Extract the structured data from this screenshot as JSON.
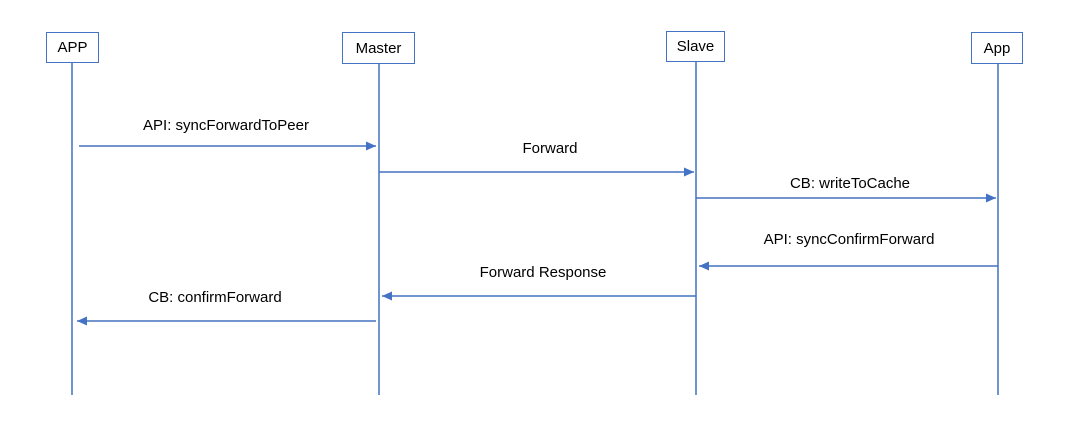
{
  "diagram": {
    "type": "sequence-diagram",
    "background_color": "#FFFFFF",
    "line_color": "#4472C4",
    "text_color": "#000000",
    "actors": [
      {
        "id": "app-left",
        "label": "APP"
      },
      {
        "id": "master",
        "label": "Master"
      },
      {
        "id": "slave",
        "label": "Slave"
      },
      {
        "id": "app-right",
        "label": "App"
      }
    ],
    "messages": [
      {
        "seq": 1,
        "label": "API: syncForwardToPeer",
        "from": "APP",
        "to": "Master",
        "direction": "right"
      },
      {
        "seq": 2,
        "label": "Forward",
        "from": "Master",
        "to": "Slave",
        "direction": "right"
      },
      {
        "seq": 3,
        "label": "CB: writeToCache",
        "from": "Slave",
        "to": "App",
        "direction": "right"
      },
      {
        "seq": 4,
        "label": "API: syncConfirmForward",
        "from": "App",
        "to": "Slave",
        "direction": "left"
      },
      {
        "seq": 5,
        "label": "Forward Response",
        "from": "Slave",
        "to": "Master",
        "direction": "left"
      },
      {
        "seq": 6,
        "label": "CB: confirmForward",
        "from": "Master",
        "to": "APP",
        "direction": "left"
      }
    ]
  }
}
